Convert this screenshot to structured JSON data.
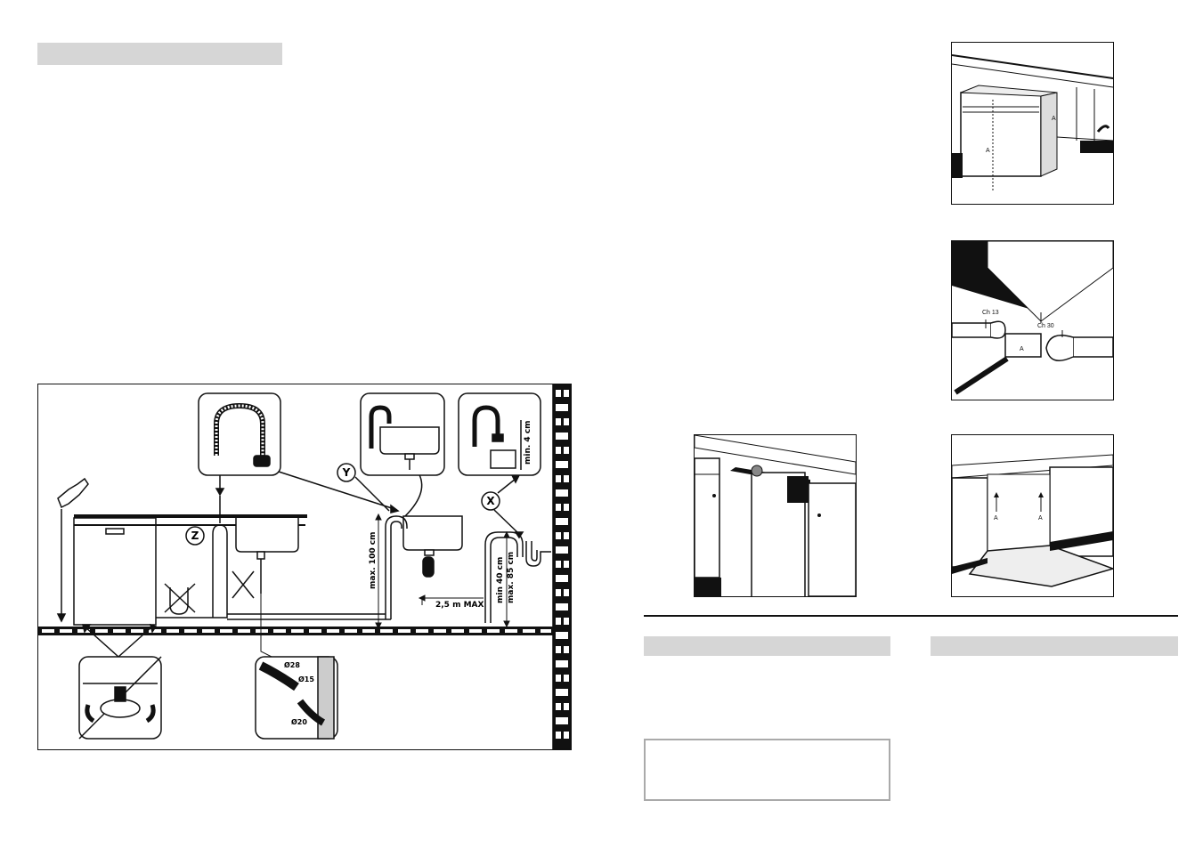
{
  "diagram": {
    "circle_labels": [
      "Z",
      "Y",
      "X"
    ],
    "dim_labels": {
      "max100": "max. 100 cm",
      "min4": "min. 4 cm",
      "min40": "min 40 cm",
      "max85": "max. 85 cm",
      "max25": "2,5 m MAX",
      "d28": "Ø28",
      "d15": "Ø15",
      "d20": "Ø20"
    }
  },
  "photos": {
    "spanner_labels": {
      "ch13": "Ch 13",
      "ch30": "Ch 30"
    },
    "marker": "A"
  }
}
